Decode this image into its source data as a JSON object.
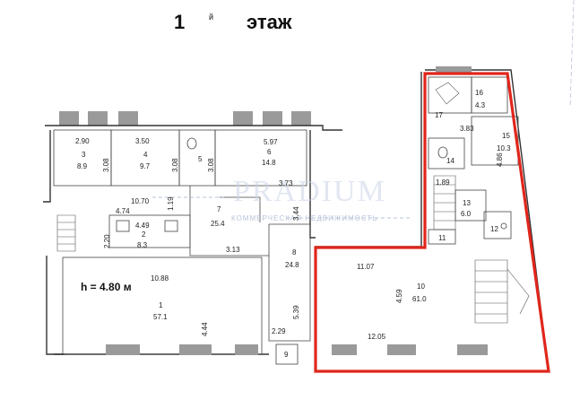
{
  "header": {
    "floor_number": "1",
    "superscript": "й",
    "floor_word": "этаж"
  },
  "watermark": {
    "main": "PRADIUM",
    "sub": "КОММЕРЧЕСКАЯ НЕДВИЖИМОСТЬ"
  },
  "ceiling_height": "h = 4.80 м",
  "rooms": [
    {
      "key": "r3",
      "dim": "2.90",
      "num": "3",
      "area": "8.9"
    },
    {
      "key": "r4",
      "dim": "3.50",
      "num": "4",
      "area": "9.7"
    },
    {
      "key": "r5",
      "num": "5"
    },
    {
      "key": "r6",
      "dim": "5.97",
      "num": "6",
      "area": "14.8"
    },
    {
      "key": "r2",
      "dim": "4.49",
      "num": "2",
      "area": "8.3"
    },
    {
      "key": "r7",
      "num": "7",
      "area": "25.4"
    },
    {
      "key": "r8",
      "num": "8",
      "area": "24.8"
    },
    {
      "key": "r1",
      "dim": "10.88",
      "num": "1",
      "area": "57.1"
    },
    {
      "key": "r9",
      "num": "9"
    },
    {
      "key": "r10",
      "dim": "11.07",
      "num": "10",
      "area": "61.0"
    },
    {
      "key": "r16",
      "num": "16",
      "area": "4.3"
    },
    {
      "key": "r15",
      "num": "15",
      "area": "10.3"
    },
    {
      "key": "r13",
      "num": "13",
      "area": "6.0"
    },
    {
      "key": "r17",
      "num": "17"
    },
    {
      "key": "r14",
      "num": "14"
    },
    {
      "key": "r11",
      "num": "11"
    },
    {
      "key": "r12",
      "num": "12"
    }
  ],
  "dimensions": {
    "d308a": "3.08",
    "d308b": "3.08",
    "d308c": "3.08",
    "d1070": "10.70",
    "d474": "4.74",
    "d119": "1.19",
    "d373": "3.73",
    "d344": "3.44",
    "d220": "2.20",
    "d313": "3.13",
    "d444": "4.44",
    "d539": "5.39",
    "d229": "2.29",
    "d459": "4.59",
    "d1205": "12.05",
    "d383": "3.83",
    "d486": "4.86",
    "d189": "1.89"
  },
  "colors": {
    "highlight": "#e0261b",
    "walls": "#333333",
    "watermark": "#c9d3e6"
  }
}
